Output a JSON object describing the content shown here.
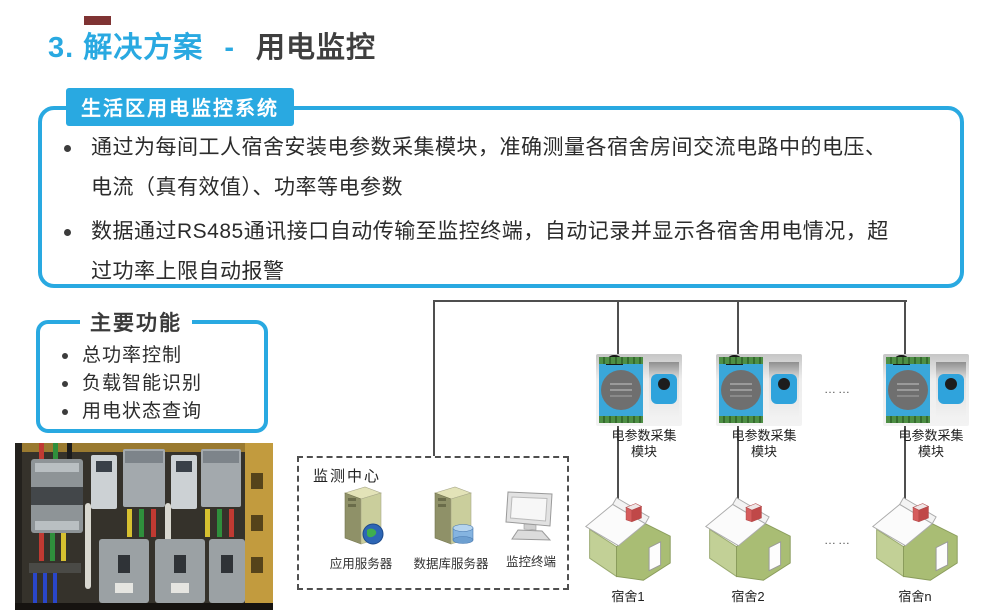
{
  "colors": {
    "accent": "#29a9e1",
    "title_dark": "#3f3f3f",
    "diagram_line": "#4f4f4f",
    "house_green": "#b9cc8e",
    "house_green_dark": "#a9bd74",
    "chimney_red": "#d65c5c",
    "module_blue": "#3aa7d9",
    "panel_frame_yellow": "#c29b3e"
  },
  "header": {
    "part_blue": "3. 解决方案",
    "separator": "-",
    "part_dark": "用电监控"
  },
  "main_box": {
    "tab": "生活区用电监控系统",
    "bullets": [
      {
        "lines": [
          "通过为每间工人宿舍安装电参数采集模块，准确测量各宿舍房间交流电路中的电压、",
          "电流（真有效值）、功率等电参数"
        ]
      },
      {
        "lines": [
          "数据通过RS485通讯接口自动传输至监控终端，自动记录并显示各宿舍用电情况，超",
          "过功率上限自动报警"
        ]
      }
    ]
  },
  "features": {
    "title": "主要功能",
    "items": [
      "总功率控制",
      "负载智能识别",
      "用电状态查询"
    ]
  },
  "diagram": {
    "monitoring_center": {
      "label": "监测中心",
      "servers": [
        {
          "label": "应用服务器",
          "icon": "server-tower-with-globe-icon"
        },
        {
          "label": "数据库服务器",
          "icon": "server-tower-with-database-icon"
        },
        {
          "label": "监控终端",
          "icon": "crt-monitor-icon"
        }
      ]
    },
    "module_label": {
      "line1": "电参数采集",
      "line2": "模块"
    },
    "ellipsis": "……",
    "columns": [
      {
        "house_label": "宿舍1"
      },
      {
        "house_label": "宿舍2"
      },
      {
        "house_label": "宿舍n"
      }
    ],
    "icons": {
      "module": "power-parameter-acquisition-module-photo",
      "current_transformer": "current-transformer-photo",
      "house": "dormitory-house-icon"
    }
  },
  "photo": {
    "icon": "electrical-distribution-panel-photo"
  }
}
